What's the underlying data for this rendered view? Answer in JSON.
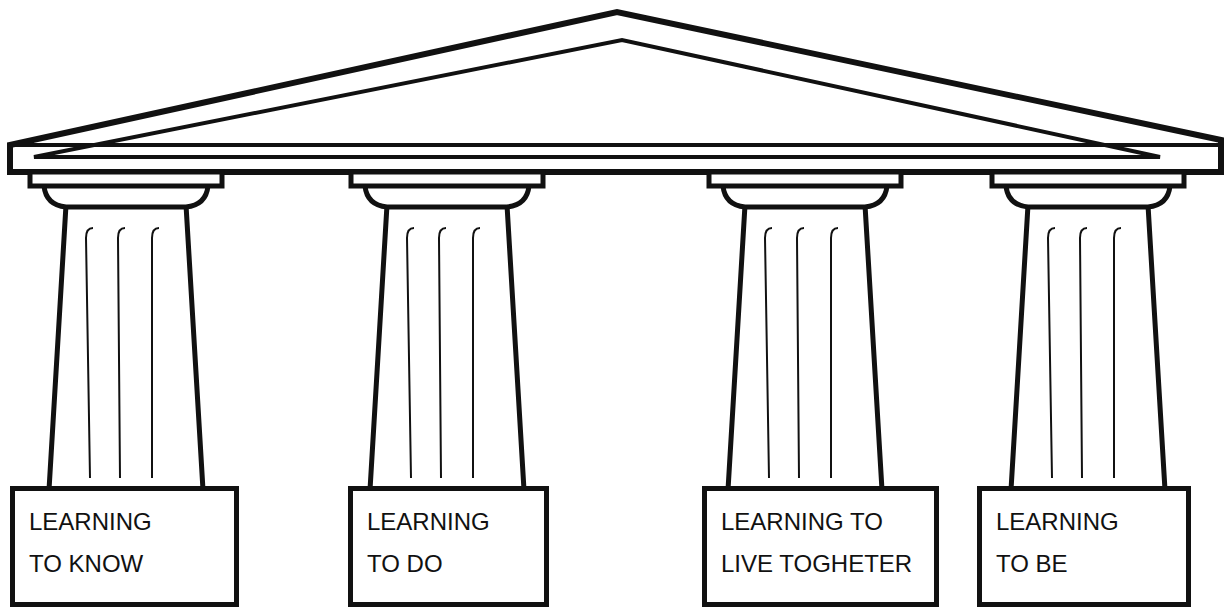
{
  "diagram": {
    "nodes": [
      {
        "text": [
          "LEARNING TO KNOW"
        ]
      },
      {
        "text": [
          "LEARNING TO DO"
        ]
      },
      {
        "text": [
          "LEARNING TO LIVE TOGHETER"
        ]
      },
      {
        "text": [
          "LEARNING TO BE"
        ]
      }
    ]
  }
}
